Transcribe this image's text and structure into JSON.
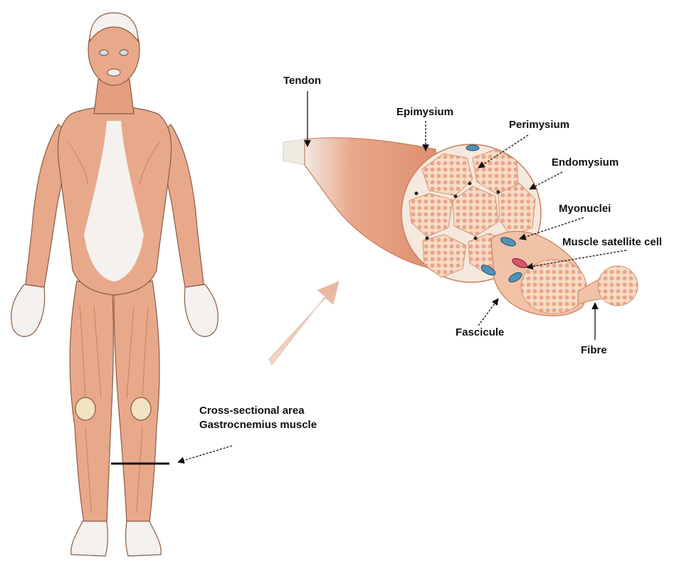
{
  "labels": {
    "tendon": "Tendon",
    "epimysium": "Epimysium",
    "perimysium": "Perimysium",
    "endomysium": "Endomysium",
    "myonuclei": "Myonuclei",
    "satellite": "Muscle satellite cell",
    "fascicule": "Fascicule",
    "fibre": "Fibre",
    "csa_line1": "Cross-sectional area",
    "csa_line2": "Gastrocnemius muscle"
  },
  "colors": {
    "muscle": "#e8a98a",
    "muscle_dark": "#c97e5f",
    "tendon": "#efeae4",
    "fascicle_fill": "#f7d9c4",
    "myonucleus": "#4f93b8",
    "satellite": "#d9546b"
  }
}
